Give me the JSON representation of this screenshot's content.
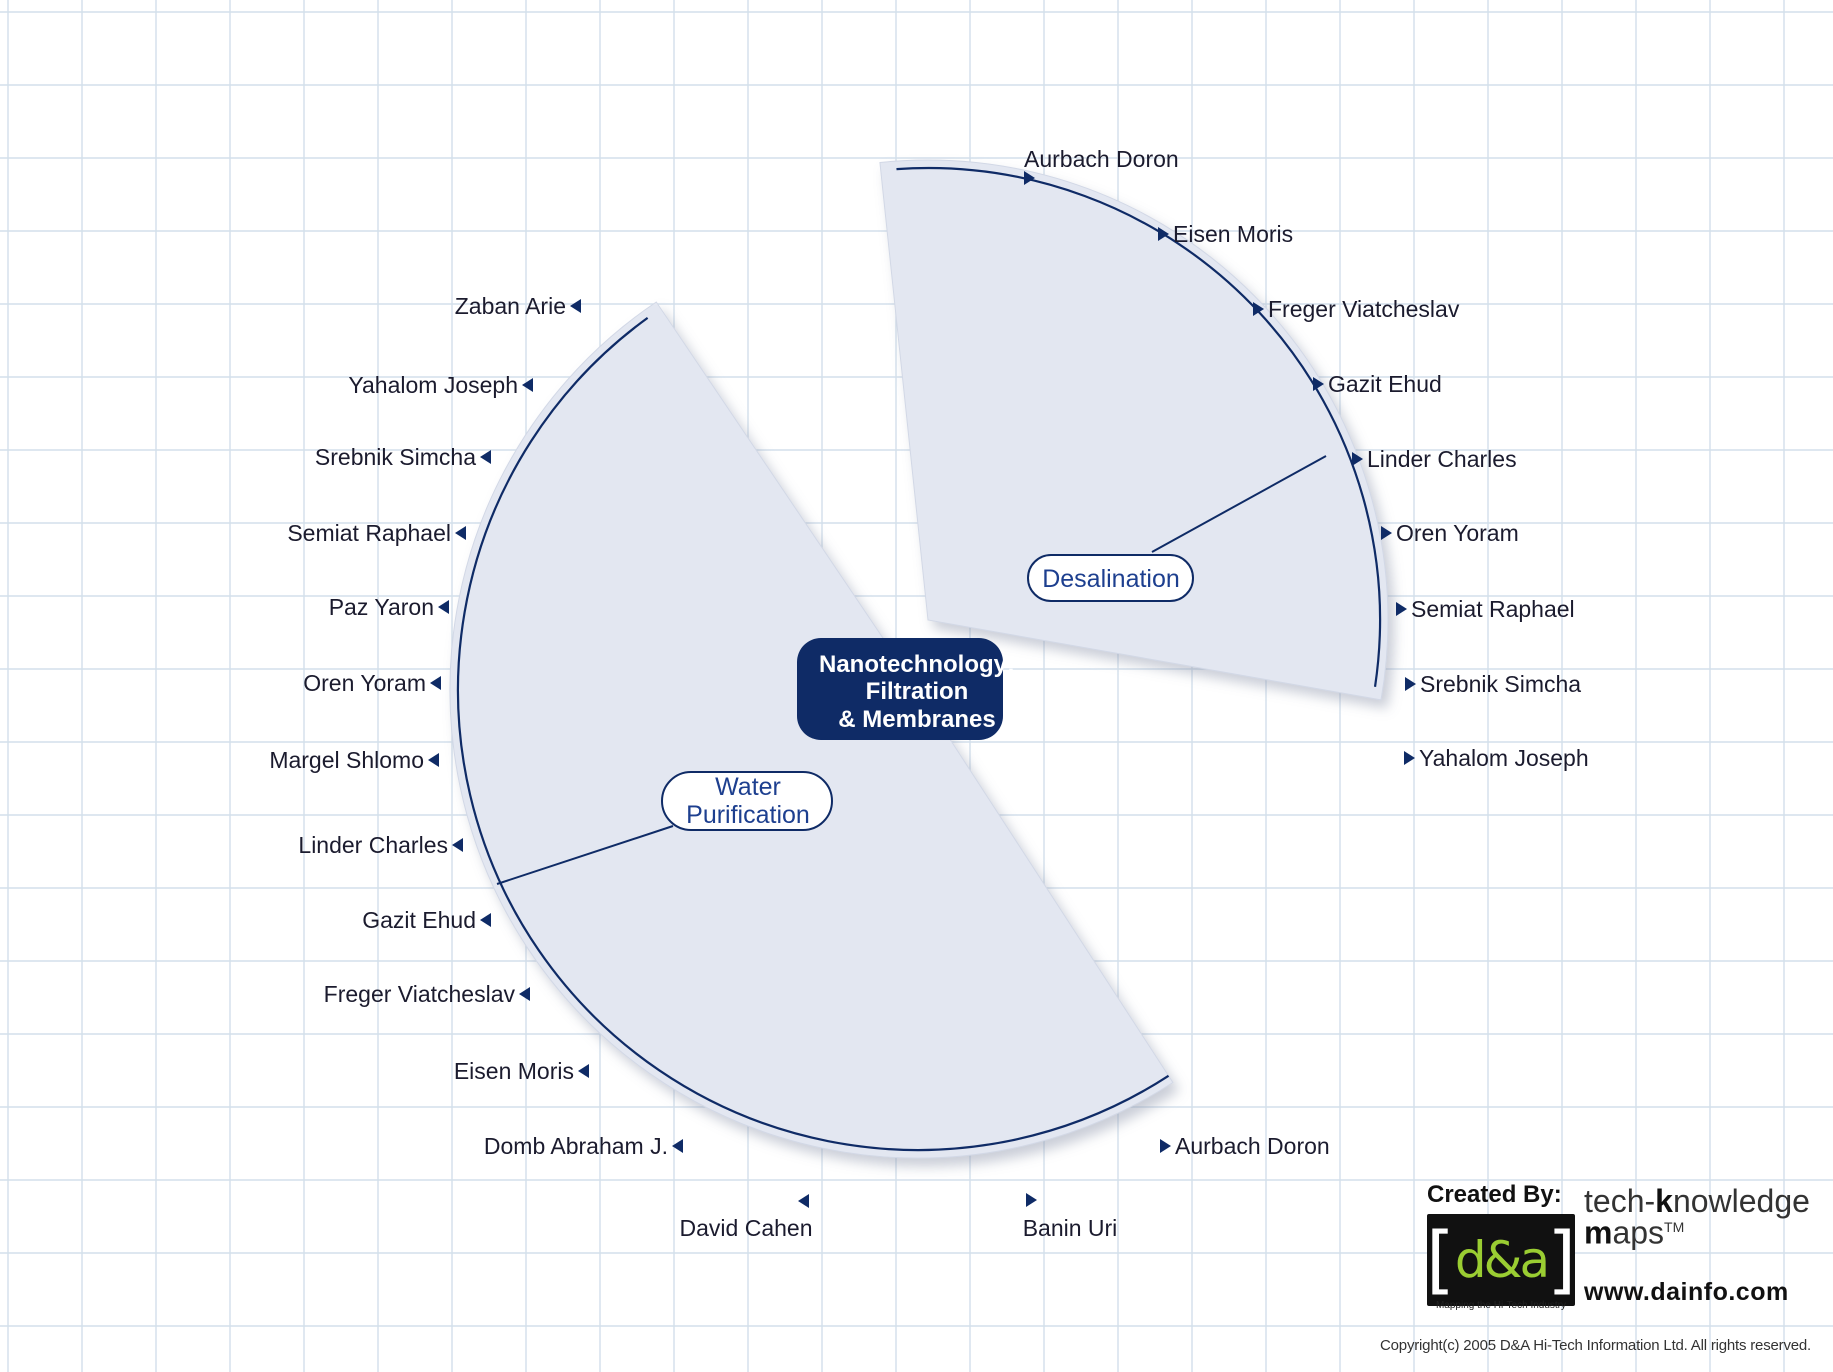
{
  "center_node": {
    "lines": [
      "Nanotechnology:",
      "Filtration",
      "& Membranes"
    ]
  },
  "branches": [
    {
      "id": "water",
      "label_lines": [
        "Water",
        "Purification"
      ],
      "names": [
        "Zaban Arie",
        "Yahalom Joseph",
        "Srebnik Simcha",
        "Semiat Raphael",
        "Paz Yaron",
        "Oren Yoram",
        "Margel Shlomo",
        "Linder Charles",
        "Gazit Ehud",
        "Freger Viatcheslav",
        "Eisen Moris",
        "Domb Abraham J.",
        "David Cahen",
        "Banin Uri",
        "Aurbach Doron"
      ]
    },
    {
      "id": "desalination",
      "label_lines": [
        "Desalination"
      ],
      "names": [
        "Aurbach Doron",
        "Eisen Moris",
        "Freger Viatcheslav",
        "Gazit Ehud",
        "Linder Charles",
        "Oren Yoram",
        "Semiat Raphael",
        "Srebnik Simcha",
        "Yahalom Joseph"
      ]
    }
  ],
  "branding": {
    "created_by": "Created By:",
    "logo_text": "d&a",
    "tagline": "Mapping the Hi-Tech Industry",
    "product_parts": [
      "tech-",
      "k",
      "nowledge",
      "m",
      "aps",
      "TM"
    ],
    "website": "www.dainfo.com",
    "copyright": "Copyright(c) 2005 D&A Hi-Tech Information Ltd. All rights reserved."
  },
  "colors": {
    "navy": "#0f2b66",
    "sector_fill": "#e3e7f1",
    "grid": "#c9d7e6",
    "lime": "#9acd32"
  }
}
